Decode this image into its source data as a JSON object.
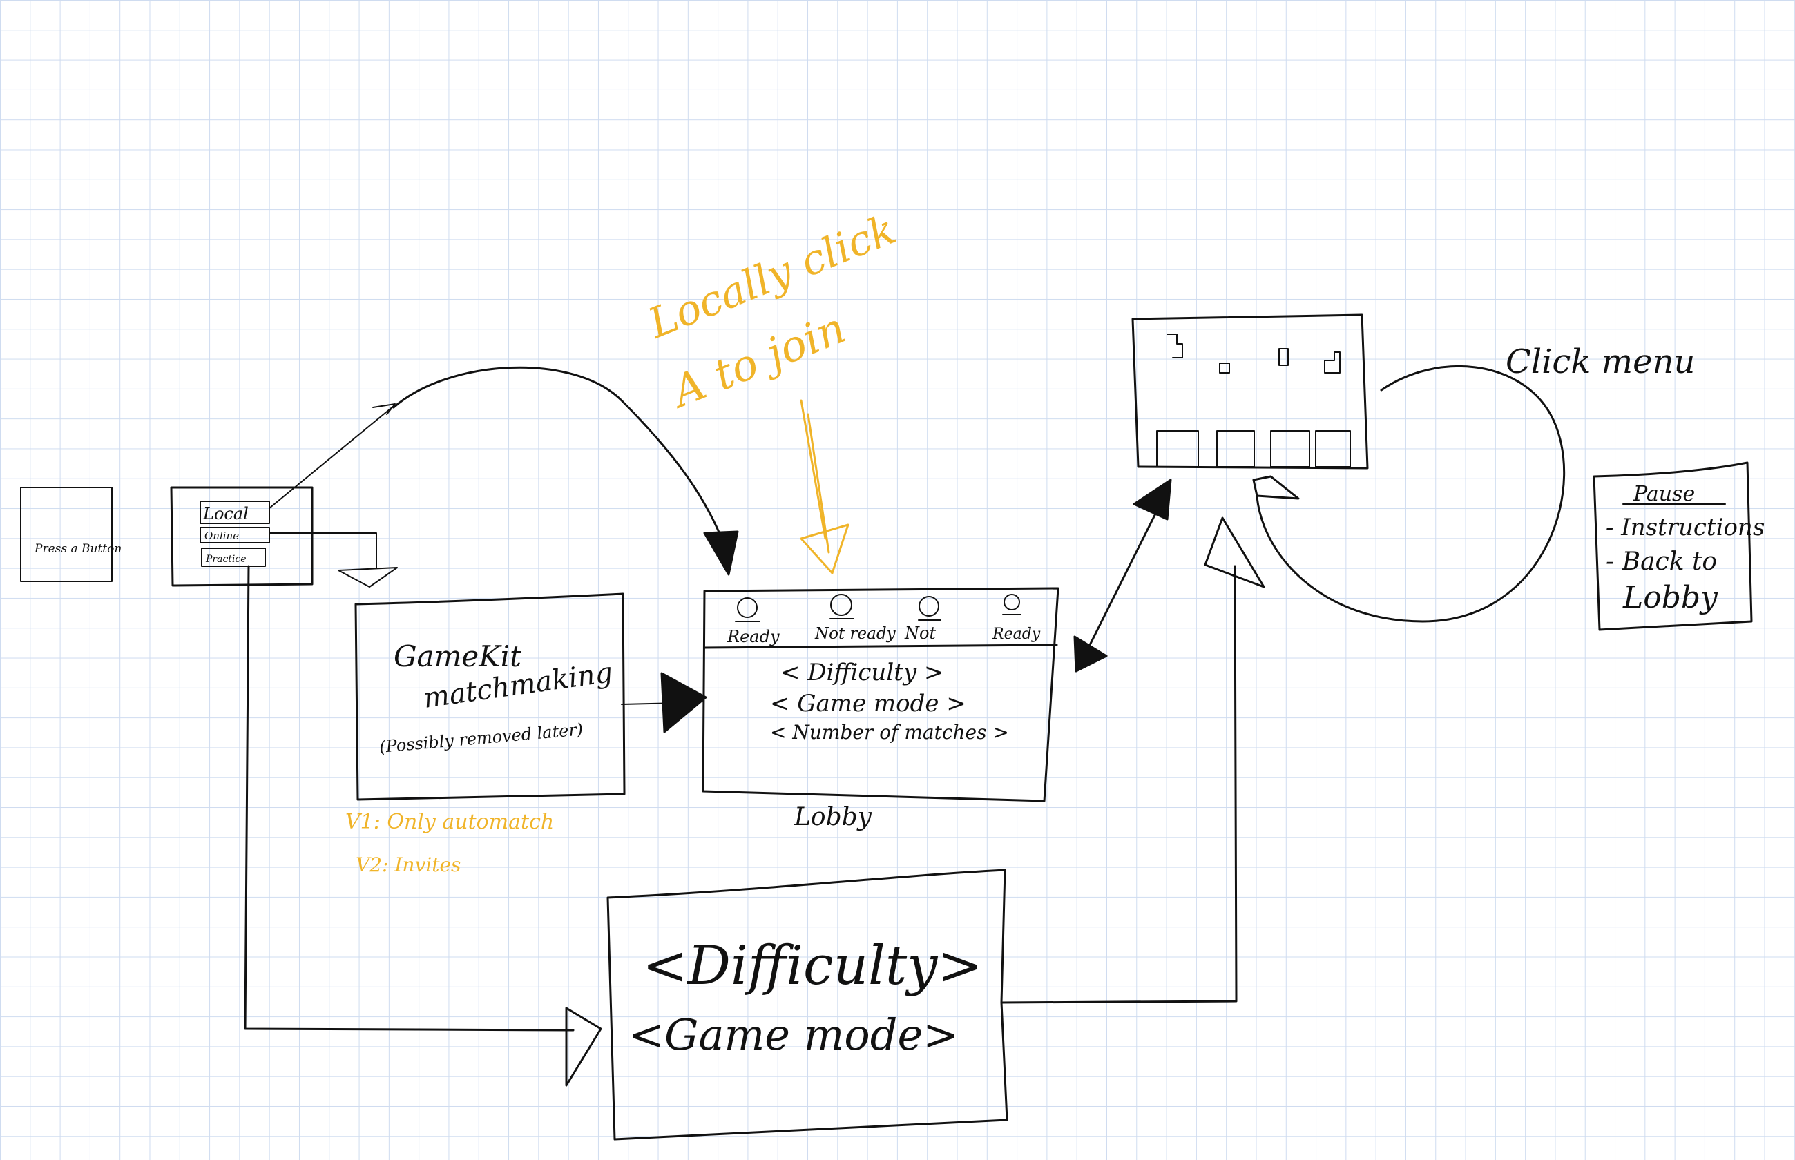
{
  "start_screen": {
    "button_text": "Press a Button"
  },
  "main_menu": {
    "options": [
      "Local",
      "Online",
      "Practice"
    ]
  },
  "gamekit": {
    "title": "GameKit",
    "subtitle": "matchmaking",
    "note": "(Possibly removed later)",
    "versions": [
      "V1: Only automatch",
      "V2: Invites"
    ]
  },
  "lobby": {
    "label": "Lobby",
    "players": [
      "Ready",
      "Not ready",
      "Not",
      "Ready"
    ],
    "settings": [
      "< Difficulty >",
      "< Game mode >",
      "< Number of matches >"
    ],
    "annotation_line1": "Locally click",
    "annotation_line2": "A to join"
  },
  "practice_settings": {
    "options": [
      "<Difficulty>",
      "<Game mode>"
    ]
  },
  "game_screen": {
    "annotation": "Click menu"
  },
  "pause_menu": {
    "title": "Pause",
    "items": [
      "- Instructions",
      "- Back to",
      "Lobby"
    ]
  },
  "colors": {
    "ink": "#111111",
    "annotation": "#f0b429",
    "grid": "#cfdcf0"
  }
}
